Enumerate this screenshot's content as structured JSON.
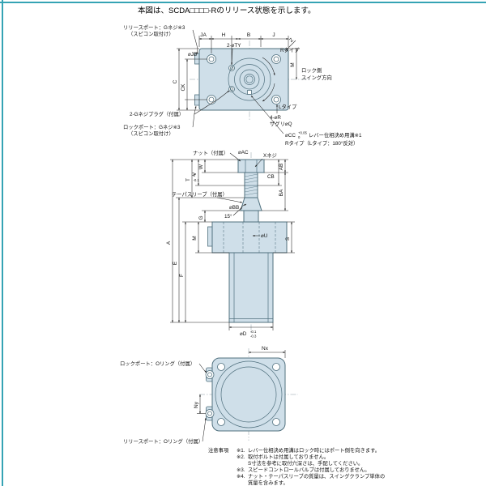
{
  "page": {
    "title_note": "本図は、SCDA□□□□-Rのリリース状態を示します。",
    "colors": {
      "accent": "#35a3b4",
      "fill": "#cfdfe9",
      "line": "#50707e"
    }
  },
  "top_view": {
    "dims": {
      "ja": "JA",
      "h": "H",
      "b": "B",
      "j": "J",
      "c": "C",
      "ck": "CK",
      "jb": "⌀JB",
      "m": "M",
      "z": "Z"
    },
    "labels": {
      "release_port": "リリースポート：Gネジ※3",
      "release_port_sub": "（スピコン取付け）",
      "plug": "2-Gネジプラグ（付属）",
      "lock_port": "ロックポート：Gネジ※3",
      "lock_port_sub": "（スピコン取付け）",
      "holes_qty": "4-⌀R",
      "counterbore": "ザグリ⌀Q",
      "ty_holes": "2-⌀TY",
      "r_type": "Rタイプ",
      "l_type": "Lタイプ",
      "swing_dir_1": "ロック側",
      "swing_dir_2": "スイング方向",
      "groove_dia": "⌀CC",
      "groove_tol_upper": "+0.05",
      "groove_tol_lower": "0",
      "groove_label": "レバー位相決め用溝※1",
      "groove_note": "Rタイプ（Lタイプ：180°反対）"
    }
  },
  "side_view": {
    "labels": {
      "nut": "ナット（付属）",
      "ac": "⌀AC",
      "x_thread": "Xネジ",
      "sleeve": "テーパスリーブ（付属）",
      "bb": "⌀BB",
      "u": "⌀U",
      "taper_angle": "15°",
      "d": "⌀D",
      "d_tol_upper": "-0.1",
      "d_tol_lower": "-0.3"
    },
    "dims": {
      "a": "A",
      "e": "E",
      "f": "F",
      "t": "T",
      "t_tol_upper": "0",
      "t_tol_lower": "-0.1",
      "v": "V",
      "w": "W",
      "g": "G",
      "m": "M",
      "ab": "AB",
      "ba": "BA",
      "cb": "CB",
      "s": "S"
    }
  },
  "bottom_view": {
    "dims": {
      "nx": "Nx",
      "ny": "Ny"
    },
    "labels": {
      "lock_port": "ロックポート：Oリング（付属）",
      "release_port": "リリースポート：Oリング（付属）"
    }
  },
  "notes": {
    "heading": "注意事項",
    "items": [
      {
        "no": "※1.",
        "text": "レバー位相決め用溝はロック時にはポート側を向きます。"
      },
      {
        "no": "※2.",
        "text": "取付ボルトは付属しておりません。"
      },
      {
        "no": "",
        "text": "S寸法を参考に取付穴深さは、手配してください。"
      },
      {
        "no": "※3.",
        "text": "スピードコントロールバルブは付属しておりません。"
      },
      {
        "no": "※4.",
        "text": "ナット・テーパスリーブの質量は、スイングクランプ単体の"
      },
      {
        "no": "",
        "text": "質量を含みます。"
      }
    ]
  }
}
